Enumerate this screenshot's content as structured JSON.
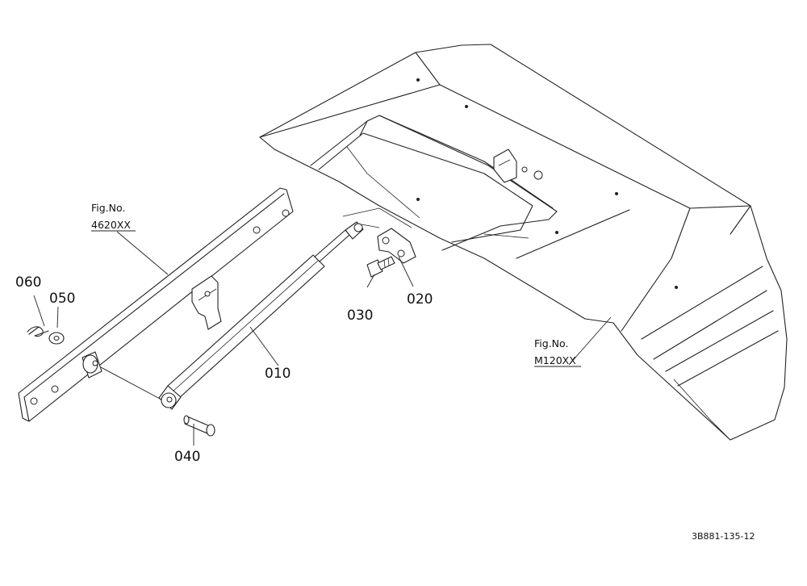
{
  "callouts": {
    "c010": "010",
    "c020": "020",
    "c030": "030",
    "c040": "040",
    "c050": "050",
    "c060": "060"
  },
  "figure_refs": {
    "frame_title": "Fig.No.",
    "frame_no": "4620XX",
    "hood_title": "Fig.No.",
    "hood_no": "M120XX"
  },
  "drawing_code": "3B881-135-12"
}
